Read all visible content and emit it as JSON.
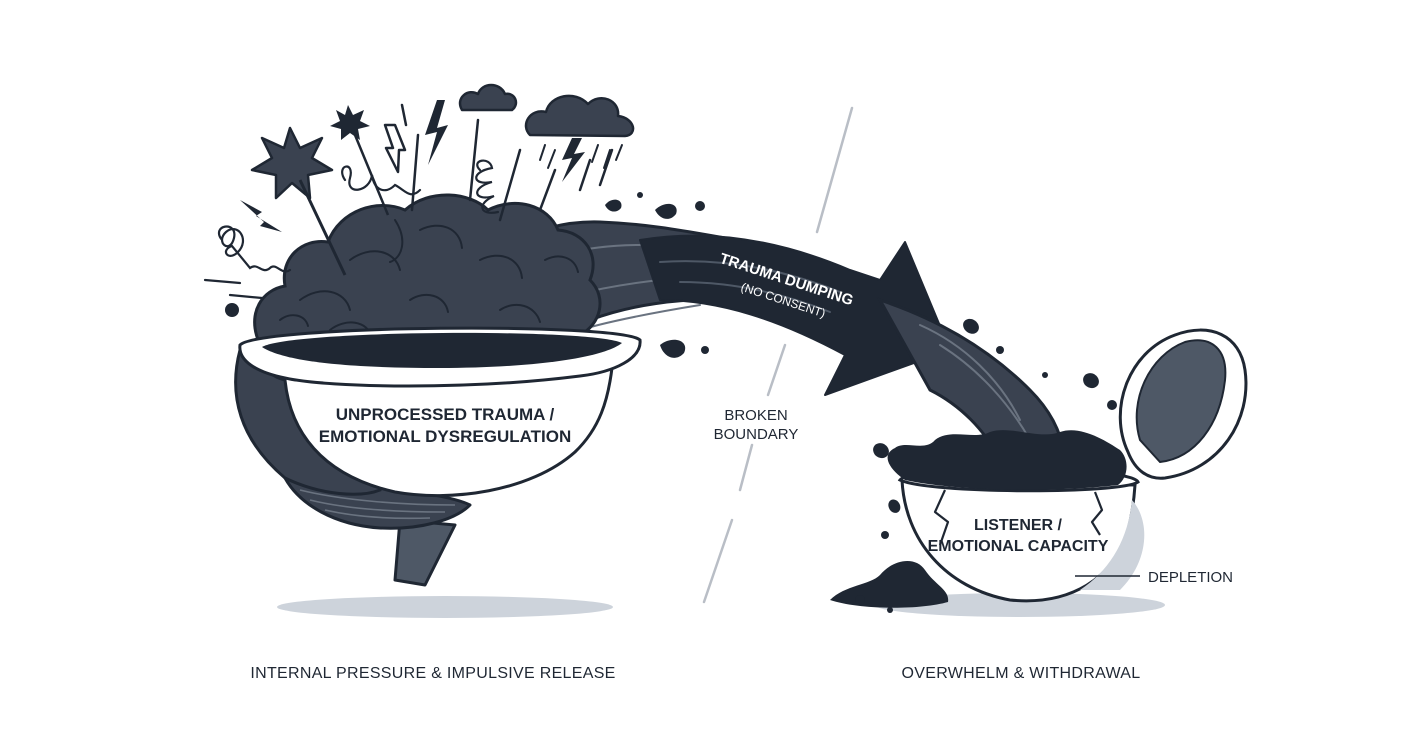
{
  "labels": {
    "source_line1": "UNPROCESSED TRAUMA /",
    "source_line2": "EMOTIONAL DYSREGULATION",
    "arrow_line1": "TRAUMA DUMPING",
    "arrow_line2": "(NO CONSENT)",
    "boundary_line1": "BROKEN",
    "boundary_line2": "BOUNDARY",
    "listener_line1": "LISTENER /",
    "listener_line2": "EMOTIONAL CAPACITY",
    "depletion": "DEPLETION",
    "caption_left": "INTERNAL PRESSURE & IMPULSIVE RELEASE",
    "caption_right": "OVERWHELM & WITHDRAWAL"
  },
  "colors": {
    "ink": "#1f2733",
    "dark_fill": "#3a4250",
    "slate": "#4e5866",
    "shadow": "#cdd3db",
    "boundary_line": "#b9bec6"
  }
}
